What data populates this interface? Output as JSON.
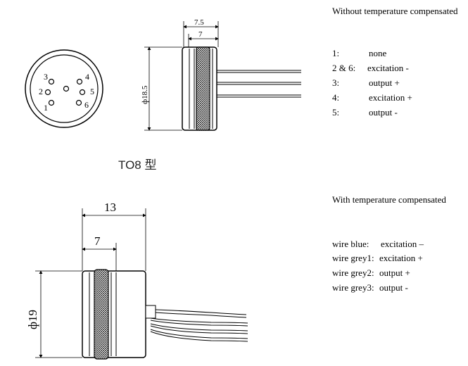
{
  "to8": {
    "caption": "TO8 型",
    "dim_outer": "7.5",
    "dim_inner": "7",
    "dim_diameter": "ф18.5",
    "pins": [
      "1",
      "2",
      "3",
      "4",
      "5",
      "6"
    ]
  },
  "large": {
    "dim_outer": "13",
    "dim_inner": "7",
    "dim_diameter": "ф19"
  },
  "without_comp": {
    "title": "Without temperature compensated",
    "rows": [
      {
        "pin": "1:",
        "desc": "none"
      },
      {
        "pin": "2 & 6:",
        "desc": "excitation -"
      },
      {
        "pin": "3:",
        "desc": "output +"
      },
      {
        "pin": "4:",
        "desc": "excitation +"
      },
      {
        "pin": "5:",
        "desc": "output -"
      }
    ]
  },
  "with_comp": {
    "title": "With temperature compensated",
    "rows": [
      {
        "wire": "wire blue:",
        "desc": "excitation –"
      },
      {
        "wire": "wire grey1:",
        "desc": "excitation +"
      },
      {
        "wire": "wire grey2:",
        "desc": "output +"
      },
      {
        "wire": "wire grey3:",
        "desc": "output -"
      }
    ]
  }
}
